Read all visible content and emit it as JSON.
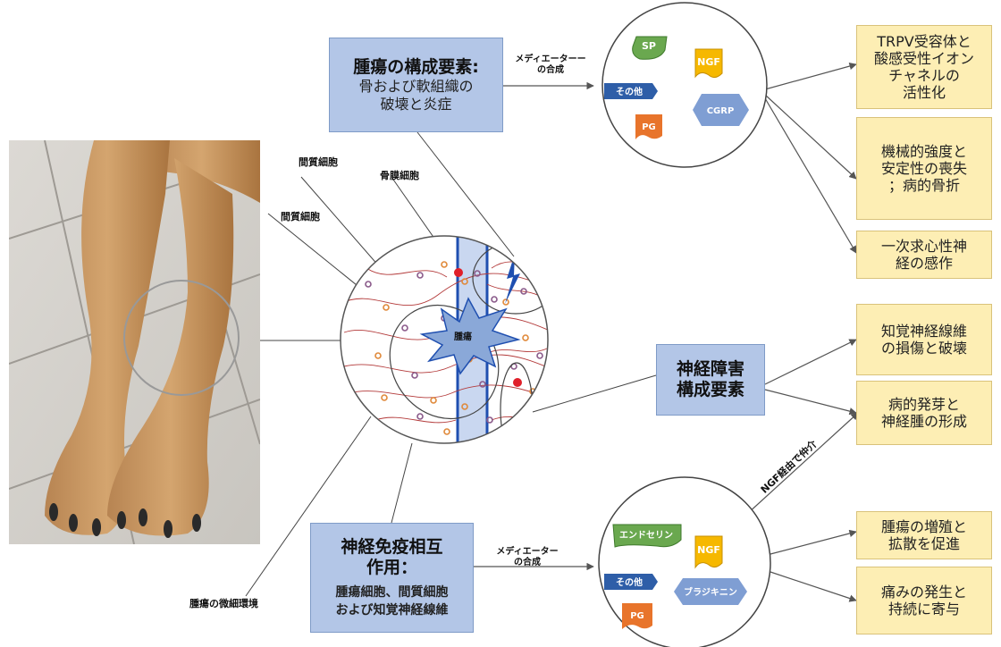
{
  "top_box": {
    "title": "腫瘍の構成要素:",
    "line1": "骨および軟組織の",
    "line2": "破壊と炎症"
  },
  "nerve_box": {
    "line1": "神経障害",
    "line2": "構成要素"
  },
  "immune_box": {
    "title1": "神経免疫相互",
    "title2": "作用：",
    "line1": "腫瘍細胞、間質細胞",
    "line2": "および知覚神経線維"
  },
  "mediator_top": {
    "line1": "メディエーターー",
    "line2": "の合成"
  },
  "mediator_bottom": {
    "line1": "メディエーター",
    "line2": "の合成"
  },
  "ngf_mediated": "NGF経由で仲介",
  "top_mediators": {
    "sp": "SP",
    "ngf": "NGF",
    "other": "その他",
    "cgrp": "CGRP",
    "pg": "PG"
  },
  "bottom_mediators": {
    "endothelin": "エンドセリン",
    "ngf": "NGF",
    "other": "その他",
    "bradykinin": "ブラジキニン",
    "pg": "PG"
  },
  "cell_labels": {
    "stromal_1": "間質細胞",
    "periosteal": "骨膜細胞",
    "stromal_2": "間質細胞",
    "tumor": "腫瘍"
  },
  "microenvironment": "腫瘍の微細環境",
  "outcomes": [
    {
      "lines": [
        "TRPV受容体と",
        "酸感受性イオン",
        "チャネルの",
        "活性化"
      ]
    },
    {
      "lines": [
        "機械的強度と",
        "安定性の喪失",
        "；病的骨折"
      ]
    },
    {
      "lines": [
        "一次求心性神",
        "経の感作"
      ]
    },
    {
      "lines": [
        "知覚神経線維",
        "の損傷と破壊"
      ]
    },
    {
      "lines": [
        "病的発芽と",
        "神経腫の形成"
      ]
    },
    {
      "lines": [
        "腫瘍の増殖と",
        "拡散を促進"
      ]
    },
    {
      "lines": [
        "痛みの発生と",
        "持続に寄与"
      ]
    }
  ],
  "colors": {
    "blue_box": "#b3c6e7",
    "yellow_box": "#fdeeb4",
    "sp_green": "#6aa84f",
    "ngf_yellow": "#f6b800",
    "other_blue": "#2e5ea8",
    "cgrp_blue": "#7f9ed3",
    "pg_orange": "#e8742b",
    "bone_blue": "#c9d7f0"
  }
}
